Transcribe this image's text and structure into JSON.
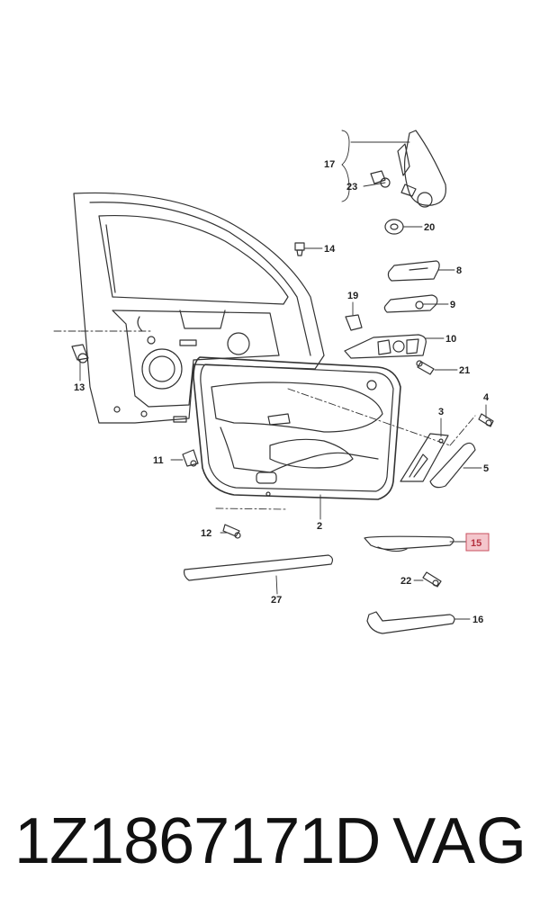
{
  "diagram": {
    "callouts": {
      "c2": "2",
      "c3": "3",
      "c4": "4",
      "c5": "5",
      "c8": "8",
      "c9": "9",
      "c10": "10",
      "c11": "11",
      "c12": "12",
      "c13": "13",
      "c14": "14",
      "c15": "15",
      "c16": "16",
      "c17": "17",
      "c19": "19",
      "c20": "20",
      "c21": "21",
      "c22": "22",
      "c23": "23",
      "c27": "27"
    },
    "highlight_color": "#f4c6cc",
    "highlight_border": "#c9505f"
  },
  "footer": {
    "part_number": "1Z1867171D",
    "brand": "VAG"
  }
}
